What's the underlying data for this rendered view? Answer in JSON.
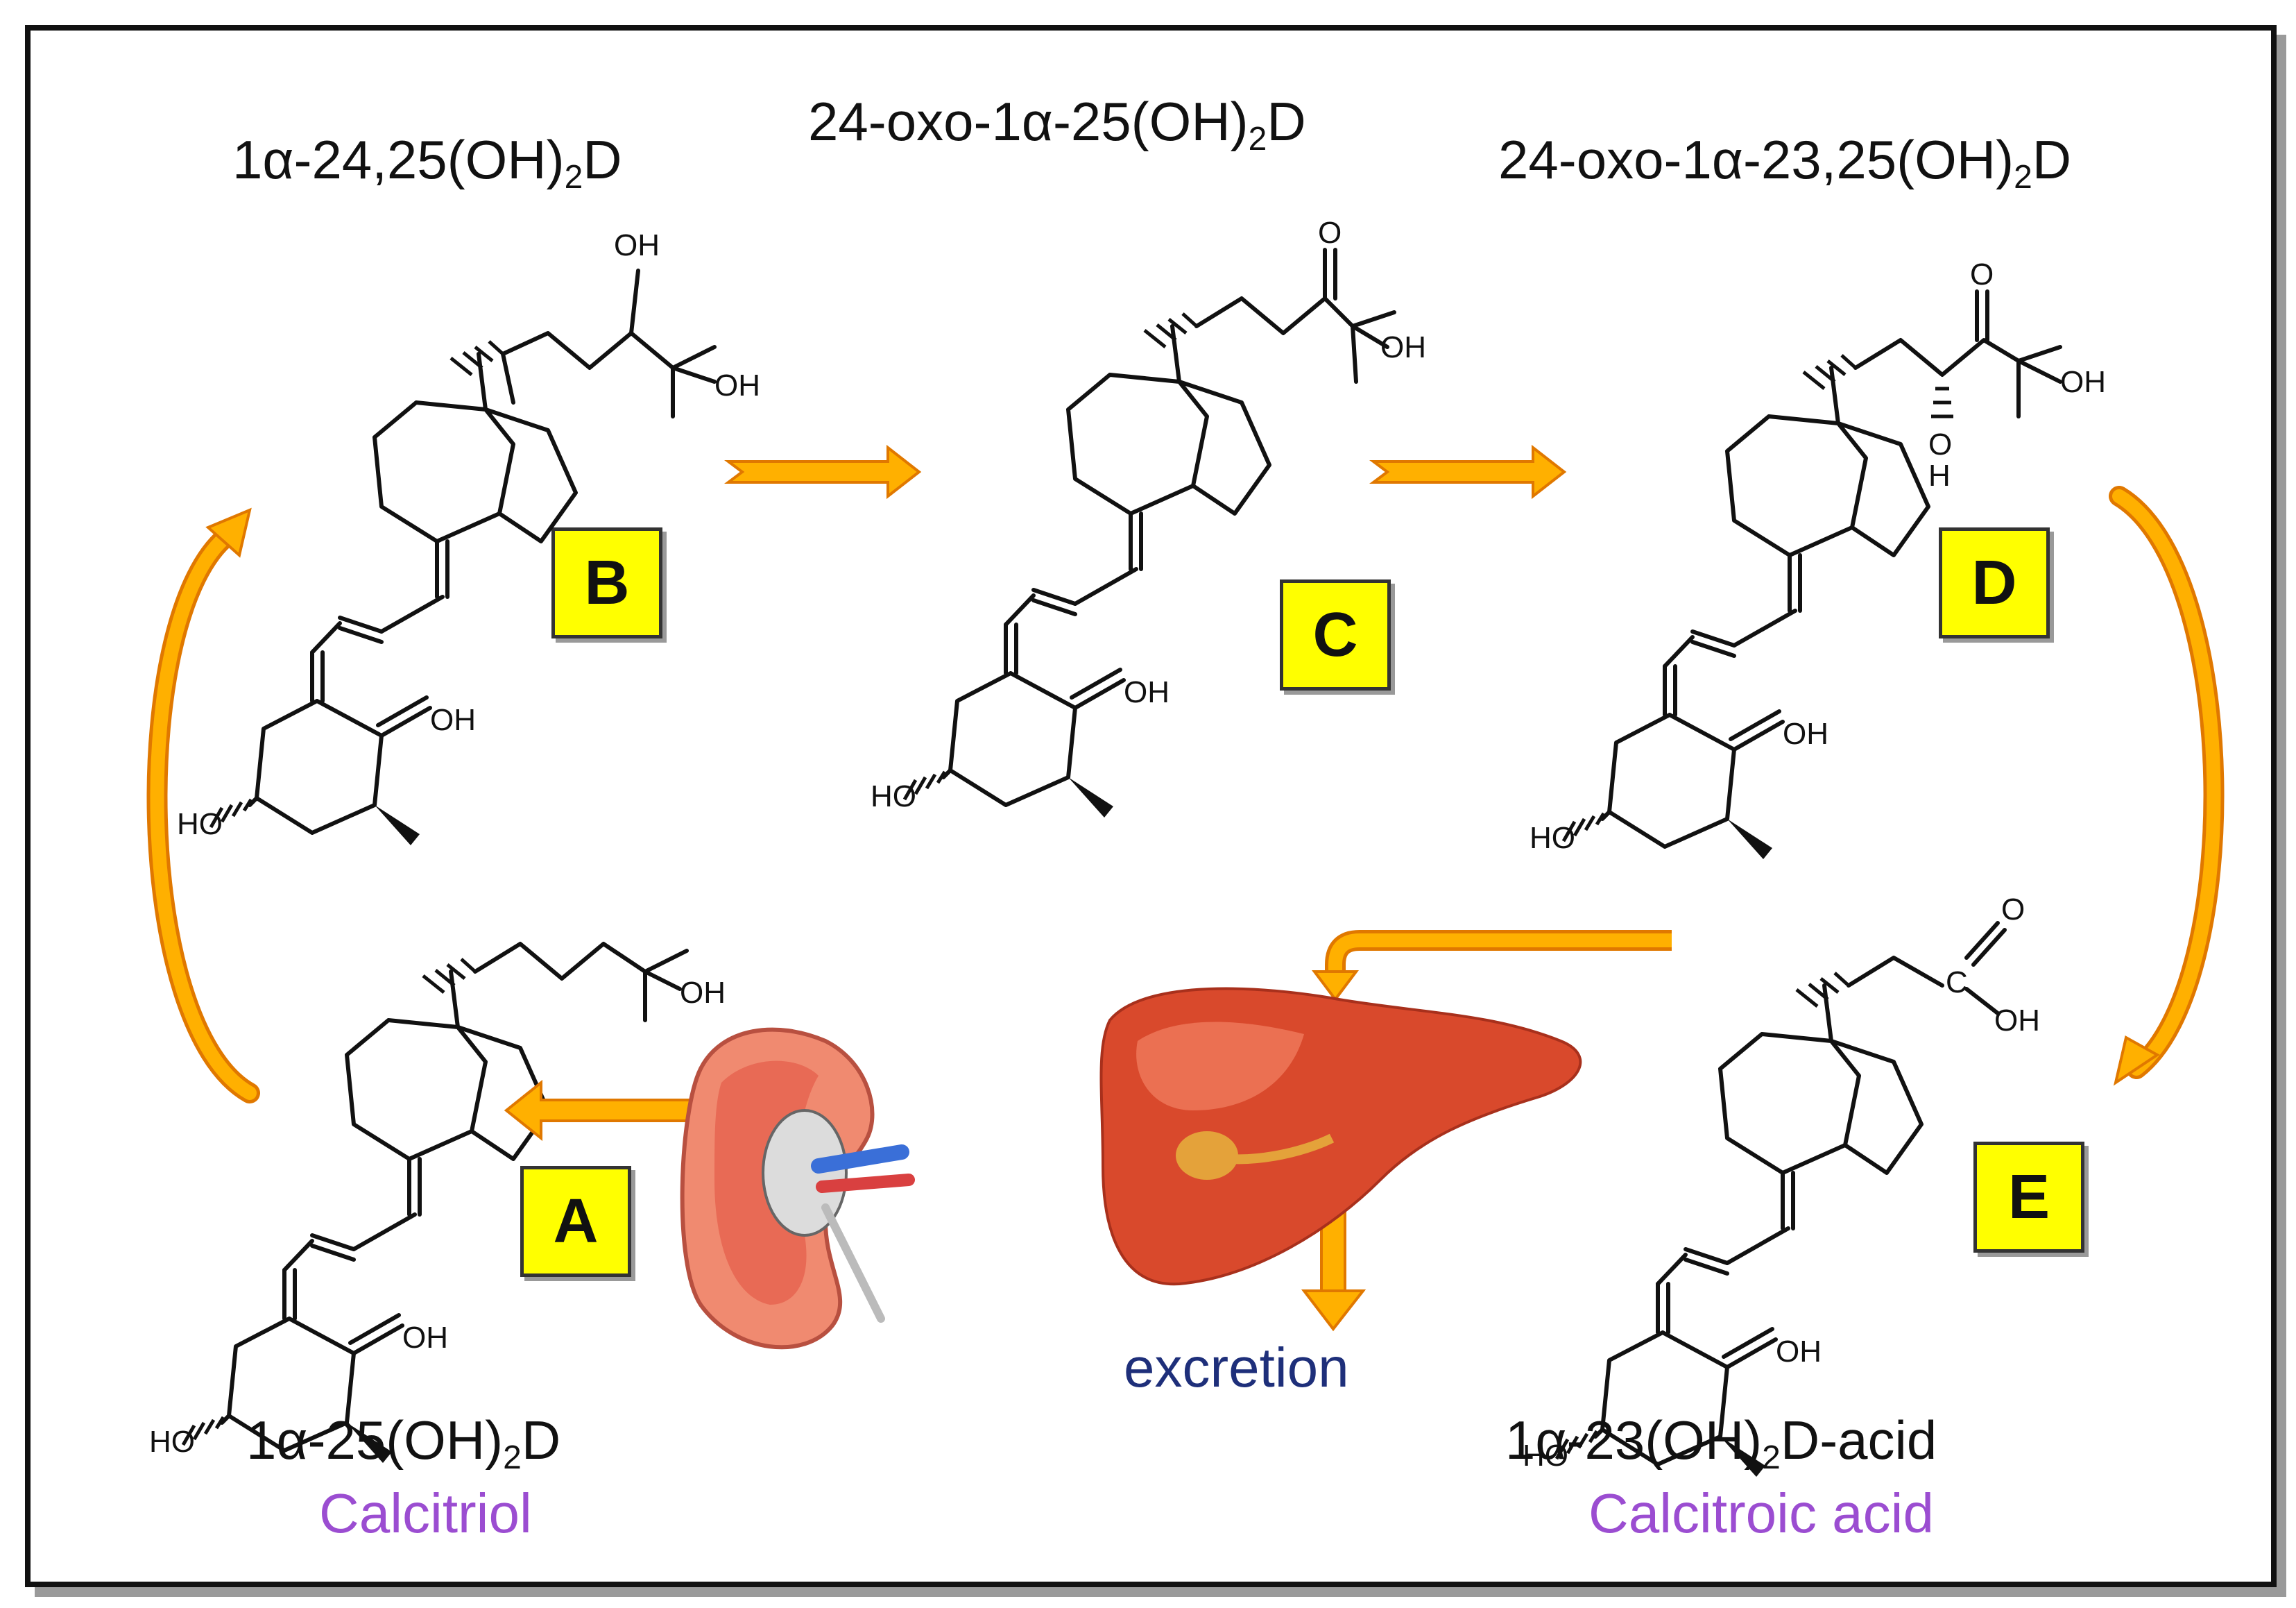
{
  "compounds": {
    "A": {
      "badge": "A",
      "name_pre": "1α-25(OH)",
      "name_sub": "2",
      "name_post": "D",
      "common_name": "Calcitriol"
    },
    "B": {
      "badge": "B",
      "name_pre": "1α-24,25(OH)",
      "name_sub": "2",
      "name_post": "D"
    },
    "C": {
      "badge": "C",
      "name_pre": "24-oxo-1α-25(OH)",
      "name_sub": "2",
      "name_post": "D"
    },
    "D": {
      "badge": "D",
      "name_pre": "24-oxo-1α-23,25(OH)",
      "name_sub": "2",
      "name_post": "D"
    },
    "E": {
      "badge": "E",
      "name_pre": "1α-23(OH)",
      "name_sub": "2",
      "name_post": "D-acid",
      "common_name": "Calcitroic acid"
    }
  },
  "atom_labels": {
    "oh": "OH",
    "ho": "HO",
    "o": "O",
    "c": "C",
    "h": "H"
  },
  "excretion_label": "excretion",
  "colors": {
    "arrow": "#ffb000",
    "arrow_outline": "#e07800",
    "badge": "#ffff00",
    "purple_text": "#9b4dd1",
    "excretion_text": "#1e2f7a",
    "liver": "#d9492c",
    "kidney": "#f08a70"
  },
  "icons": [
    "kidney-illustration",
    "liver-illustration"
  ]
}
